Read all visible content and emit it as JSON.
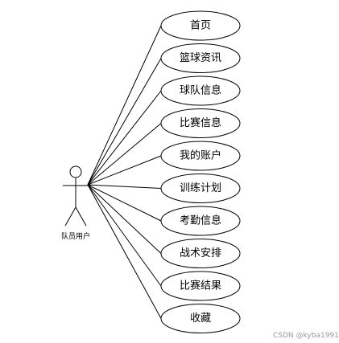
{
  "actor": {
    "label": "队员用户"
  },
  "use_cases": [
    {
      "label": "首页"
    },
    {
      "label": "篮球资讯"
    },
    {
      "label": "球队信息"
    },
    {
      "label": "比赛信息"
    },
    {
      "label": "我的账户"
    },
    {
      "label": "训练计划"
    },
    {
      "label": "考勤信息"
    },
    {
      "label": "战术安排"
    },
    {
      "label": "比赛结果"
    },
    {
      "label": "收藏"
    }
  ],
  "watermark": {
    "text": "CSDN @kyba1991"
  }
}
